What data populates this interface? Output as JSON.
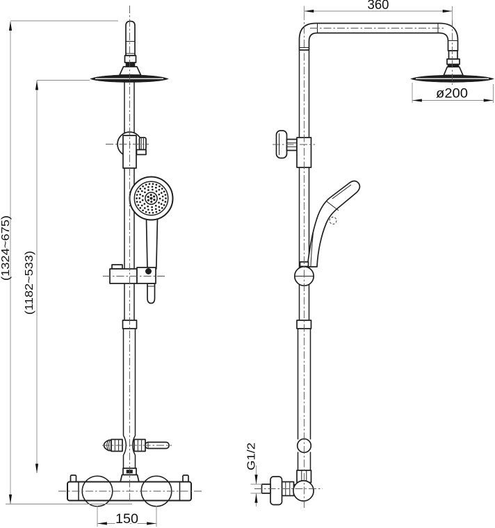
{
  "drawing": {
    "background": "#ffffff",
    "line_color": "#1f1f1f",
    "centerline_color": "#555555",
    "dimension_line_color": "#8a8a8a",
    "text_color": "#111111"
  },
  "dimensions": {
    "overall_height": "(1324~675)",
    "rail_height": "(1182~533)",
    "arm_width": "360",
    "head_diameter": "ø200",
    "inlet_spacing": "150",
    "thread_size": "G1/2"
  }
}
